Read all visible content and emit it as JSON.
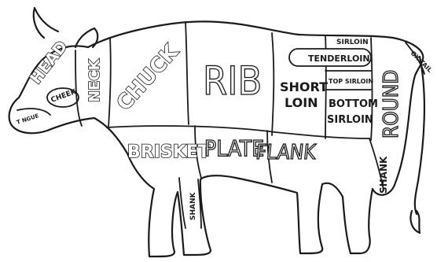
{
  "labels": {
    "head": "HEAD",
    "cheek": "CHEEK",
    "tongue": "T NGUE",
    "neck": "NECK",
    "chuck": "CHUCK",
    "rib": "RIB",
    "short_loin": "SHORT",
    "short_loin_2": "LOIN",
    "sirloin": "SIRLOIN",
    "tenderloin": "TENDERLOIN",
    "top_sirloin": "TOP SIRLOIN",
    "bottom_sirloin": "BOTTOM",
    "bottom_sirloin_2": "SIRLOIN",
    "round": "ROUND",
    "oxtail": "OX TAIL",
    "brisket": "BRISKET",
    "plate": "PLATE",
    "flank": "FLANK",
    "shank_front": "SHANK",
    "shank_rear": "SHANK"
  },
  "colors": {
    "line": "#1a1a1a",
    "background": "#ffffff"
  }
}
